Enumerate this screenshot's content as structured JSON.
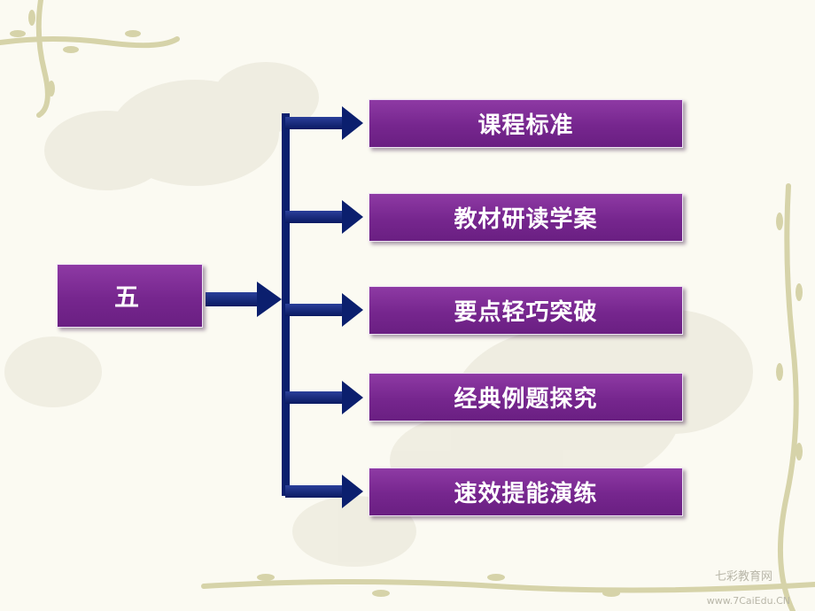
{
  "diagram": {
    "root": {
      "label": "五"
    },
    "children": [
      {
        "label": "课程标准"
      },
      {
        "label": "教材研读学案"
      },
      {
        "label": "要点轻巧突破"
      },
      {
        "label": "经典例题探究"
      },
      {
        "label": "速效提能演练"
      }
    ]
  },
  "watermark": {
    "brand": "七彩教育网",
    "url": "www.7CaiEdu.CN"
  },
  "colors": {
    "box_fill": "#7a2a92",
    "connector": "#0b1f6e",
    "background": "#fbfaf2",
    "vine": "#d9d7b2"
  }
}
